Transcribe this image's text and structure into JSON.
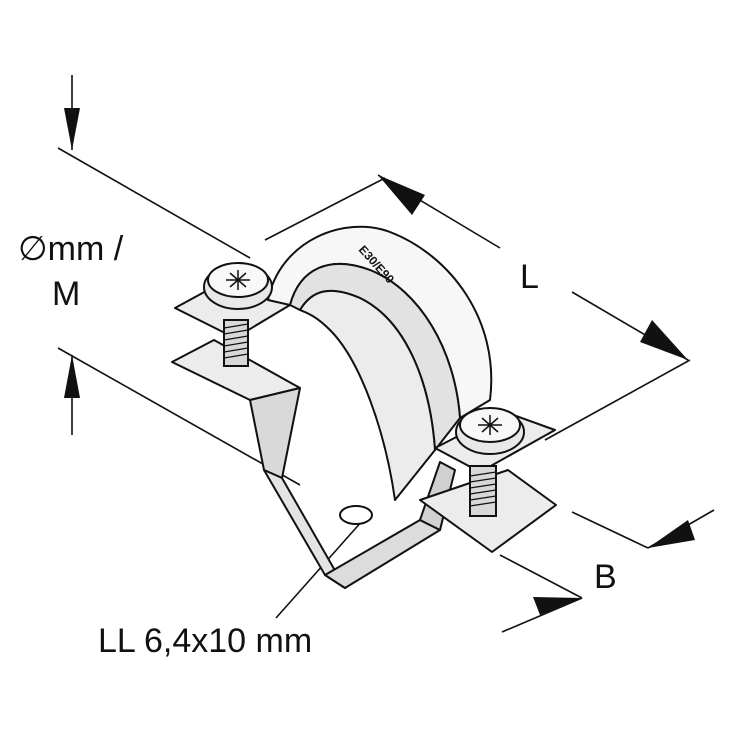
{
  "labels": {
    "diameter": "∅mm /",
    "thread": "M",
    "length": "L",
    "width": "B",
    "slot": "LL 6,4x10 mm",
    "rating": "E30/E90"
  }
}
